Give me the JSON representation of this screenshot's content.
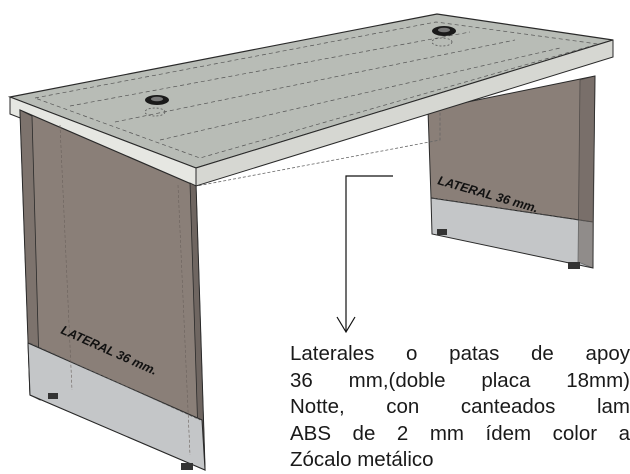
{
  "labels": {
    "left_panel": "LATERAL 36 mm.",
    "right_panel": "LATERAL 36 mm."
  },
  "description": {
    "lines": [
      "Laterales o patas de apoy",
      "36 mm,(doble placa 18mm)",
      "Notte, con canteados lam",
      "ABS de 2 mm ídem color a",
      "Zócalo metálico"
    ]
  },
  "colors": {
    "top_surface": "#b8bcb6",
    "top_edge": "#e6e7e2",
    "side_panel": "#8a7f78",
    "side_panel_dark": "#7d736d",
    "metal_base": "#c4c6c8",
    "outline": "#2a2a2a"
  }
}
